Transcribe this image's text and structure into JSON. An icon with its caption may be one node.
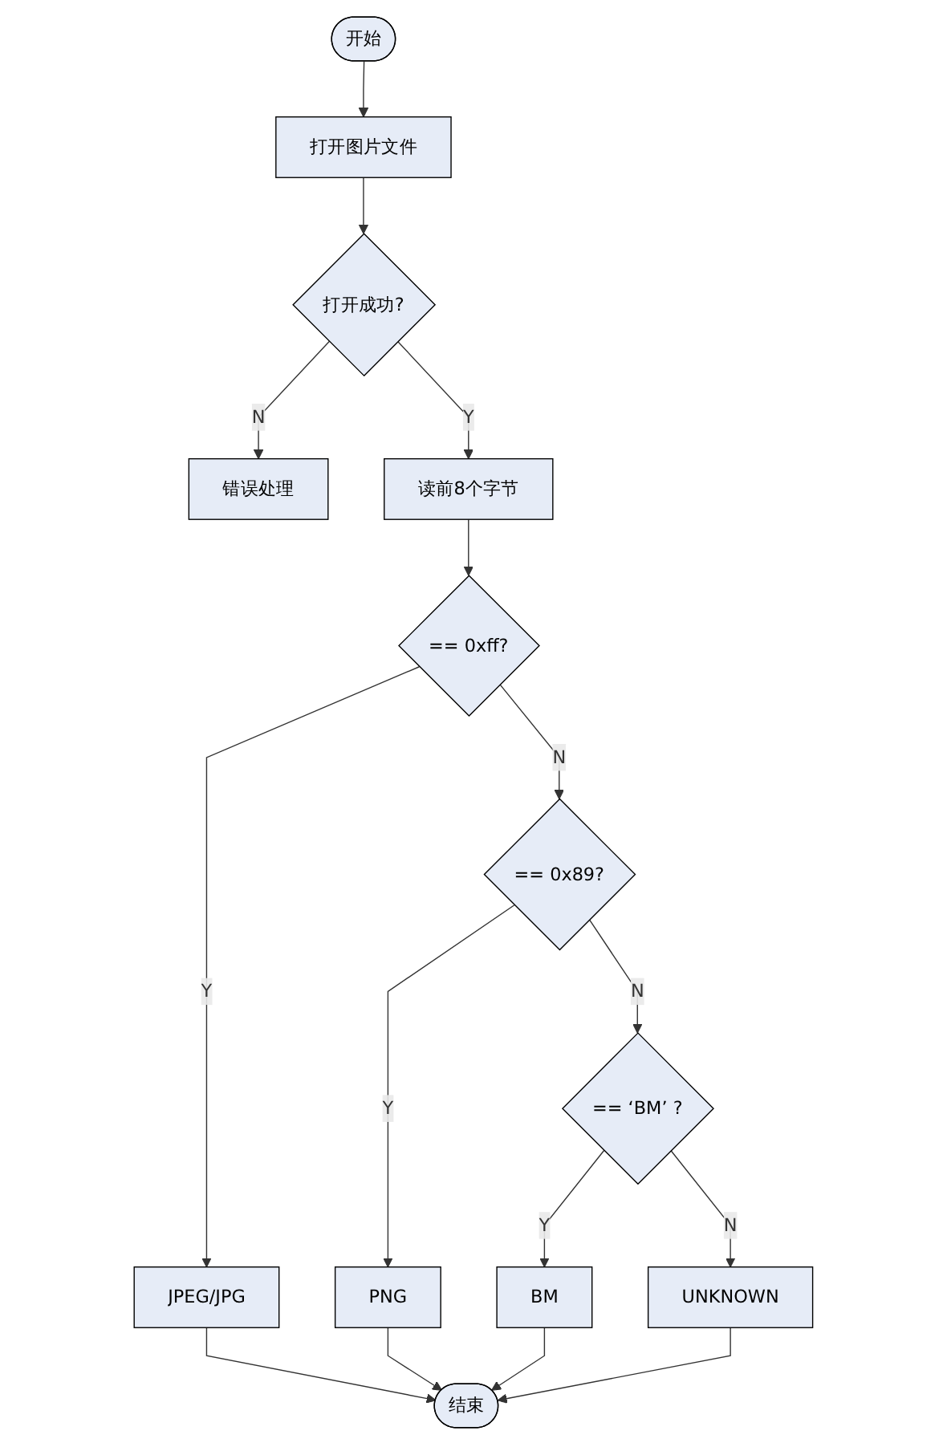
{
  "diagram": {
    "nodes": [
      {
        "text": [
          "开始"
        ]
      },
      {
        "text": [
          "打开图片文件"
        ]
      },
      {
        "text": [
          "打开成功?"
        ]
      },
      {
        "text": [
          "错误处理"
        ]
      },
      {
        "text": [
          "读前8个字节"
        ]
      },
      {
        "text": [
          "== 0xff?"
        ]
      },
      {
        "text": [
          "== 0x89?"
        ]
      },
      {
        "text": [
          "== ‘BM’ ?"
        ]
      },
      {
        "text": [
          "JPEG/JPG"
        ]
      },
      {
        "text": [
          "PNG"
        ]
      },
      {
        "text": [
          "BM"
        ]
      },
      {
        "text": [
          "UNKNOWN"
        ]
      },
      {
        "text": [
          "结束"
        ]
      }
    ],
    "edges": [
      {
        "from": 0,
        "to": 1,
        "arrow": "to"
      },
      {
        "from": 1,
        "to": 2,
        "arrow": "to"
      },
      {
        "from": 2,
        "to": 3,
        "arrow": "to",
        "label": "N"
      },
      {
        "from": 2,
        "to": 4,
        "arrow": "to",
        "label": "Y"
      },
      {
        "from": 4,
        "to": 5,
        "arrow": "to"
      },
      {
        "from": 5,
        "to": 6,
        "arrow": "to",
        "label": "N"
      },
      {
        "from": 5,
        "to": 8,
        "arrow": "to",
        "label": "Y"
      },
      {
        "from": 6,
        "to": 7,
        "arrow": "to",
        "label": "N"
      },
      {
        "from": 6,
        "to": 9,
        "arrow": "to",
        "label": "Y"
      },
      {
        "from": 7,
        "to": 10,
        "arrow": "to",
        "label": "Y"
      },
      {
        "from": 7,
        "to": 11,
        "arrow": "to",
        "label": "N"
      },
      {
        "from": 8,
        "to": 12,
        "arrow": "to"
      },
      {
        "from": 9,
        "to": 12,
        "arrow": "to"
      },
      {
        "from": 10,
        "to": 12,
        "arrow": "to"
      },
      {
        "from": 11,
        "to": 12,
        "arrow": "to"
      }
    ]
  }
}
